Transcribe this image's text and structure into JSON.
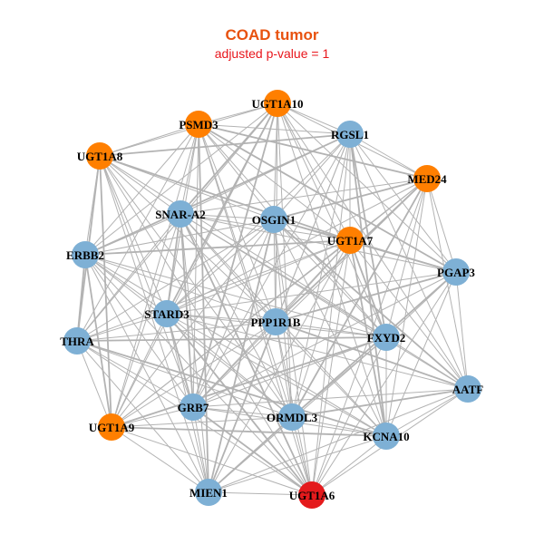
{
  "title": "COAD tumor",
  "subtitle": "adjusted p-value = 1",
  "colors": {
    "title": "#e8520f",
    "subtitle": "#e8161c",
    "edge": "#b3b3b3",
    "query": "#ff7f00",
    "seed": "#e41a1c",
    "neighbor": "#7eb0d5"
  },
  "nodes": [
    {
      "id": "UGT1A10",
      "group": "query"
    },
    {
      "id": "PSMD3",
      "group": "query"
    },
    {
      "id": "RGSL1",
      "group": "neighbor"
    },
    {
      "id": "UGT1A8",
      "group": "query"
    },
    {
      "id": "MED24",
      "group": "query"
    },
    {
      "id": "SNAR-A2",
      "group": "neighbor"
    },
    {
      "id": "OSGIN1",
      "group": "neighbor"
    },
    {
      "id": "UGT1A7",
      "group": "query"
    },
    {
      "id": "ERBB2",
      "group": "neighbor"
    },
    {
      "id": "PGAP3",
      "group": "neighbor"
    },
    {
      "id": "STARD3",
      "group": "neighbor"
    },
    {
      "id": "PPP1R1B",
      "group": "neighbor"
    },
    {
      "id": "THRA",
      "group": "neighbor"
    },
    {
      "id": "FXYD2",
      "group": "neighbor"
    },
    {
      "id": "AATF",
      "group": "neighbor"
    },
    {
      "id": "GRB7",
      "group": "neighbor"
    },
    {
      "id": "ORMDL3",
      "group": "neighbor"
    },
    {
      "id": "UGT1A9",
      "group": "query"
    },
    {
      "id": "KCNA10",
      "group": "neighbor"
    },
    {
      "id": "MIEN1",
      "group": "neighbor"
    },
    {
      "id": "UGT1A6",
      "group": "seed"
    }
  ],
  "missing_edges": [
    [
      "UGT1A8",
      "MED24"
    ],
    [
      "ERBB2",
      "AATF"
    ],
    [
      "THRA",
      "PGAP3"
    ],
    [
      "UGT1A9",
      "RGSL1"
    ],
    [
      "MIEN1",
      "UGT1A10"
    ],
    [
      "PSMD3",
      "KCNA10"
    ],
    [
      "UGT1A8",
      "AATF"
    ],
    [
      "THRA",
      "MED24"
    ],
    [
      "ERBB2",
      "PGAP3"
    ],
    [
      "UGT1A9",
      "AATF"
    ],
    [
      "MIEN1",
      "MED24"
    ],
    [
      "UGT1A8",
      "PGAP3"
    ],
    [
      "THRA",
      "AATF"
    ],
    [
      "PSMD3",
      "AATF"
    ],
    [
      "UGT1A10",
      "UGT1A6"
    ],
    [
      "ERBB2",
      "MED24"
    ],
    [
      "UGT1A9",
      "PGAP3"
    ],
    [
      "THRA",
      "RGSL1"
    ],
    [
      "MIEN1",
      "PGAP3"
    ],
    [
      "UGT1A8",
      "KCNA10"
    ]
  ]
}
